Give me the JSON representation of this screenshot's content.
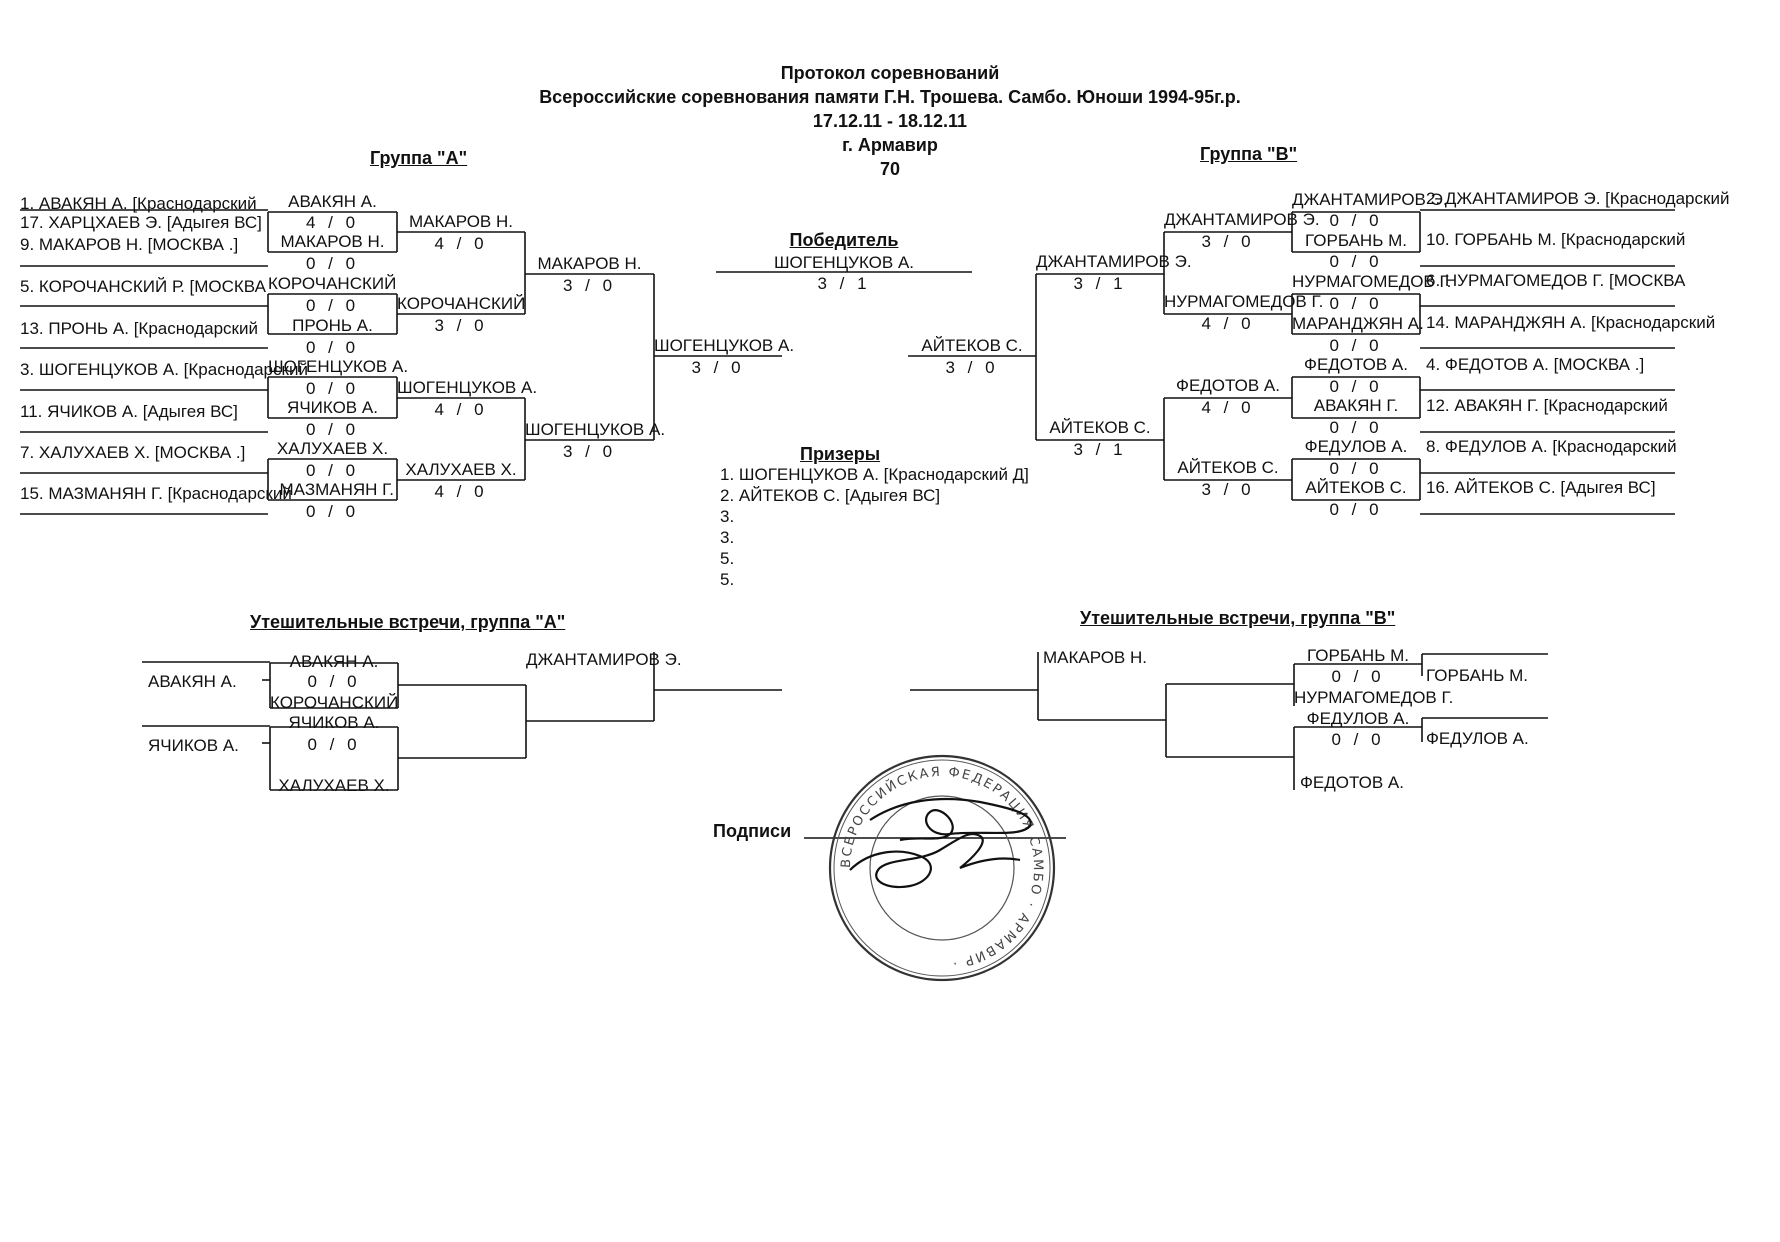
{
  "header": {
    "title": "Протокол соревнований",
    "event": "Всероссийские соревнования памяти Г.Н. Трошева. Самбо. Юноши 1994-95г.р.",
    "dates": "17.12.11 - 18.12.11",
    "city": "г. Армавир",
    "weight": "70"
  },
  "group_a": {
    "title": "Группа  \"А\"",
    "entrants": [
      "1. АВАКЯН А.  [Краснодарский",
      "17. ХАРЦХАЕВ Э.  [Адыгея  ВС]",
      "9. МАКАРОВ Н.  [МОСКВА  .]",
      "5. КОРОЧАНСКИЙ Р.  [МОСКВА",
      "13. ПРОНЬ А.  [Краснодарский",
      "3. ШОГЕНЦУКОВ А.  [Краснодарский",
      "11. ЯЧИКОВ А.  [Адыгея  ВС]",
      "7. ХАЛУХАЕВ Х.  [МОСКВА  .]",
      "15. МАЗМАНЯН Г.  [Краснодарский"
    ],
    "r1": [
      {
        "name": "АВАКЯН А.",
        "score": "4 / 0"
      },
      {
        "name": "МАКАРОВ Н.",
        "score": "0 / 0"
      },
      {
        "name": "КОРОЧАНСКИЙ",
        "score": "0 / 0"
      },
      {
        "name": "ПРОНЬ А.",
        "score": "0 / 0"
      },
      {
        "name": "ШОГЕНЦУКОВ А.",
        "score": "0 / 0"
      },
      {
        "name": "ЯЧИКОВ А.",
        "score": "0 / 0"
      },
      {
        "name": "ХАЛУХАЕВ Х.",
        "score": "0 / 0"
      },
      {
        "name": "МАЗМАНЯН Г.",
        "score": "0 / 0"
      }
    ],
    "r2": [
      {
        "name": "МАКАРОВ Н.",
        "score": "4 / 0"
      },
      {
        "name": "КОРОЧАНСКИЙ",
        "score": "3 / 0"
      },
      {
        "name": "ШОГЕНЦУКОВ А.",
        "score": "4 / 0"
      },
      {
        "name": "ХАЛУХАЕВ Х.",
        "score": "4 / 0"
      }
    ],
    "r3": [
      {
        "name": "МАКАРОВ Н.",
        "score": "3 / 0"
      },
      {
        "name": "ШОГЕНЦУКОВ А.",
        "score": "3 / 0"
      }
    ],
    "final": {
      "name": "ШОГЕНЦУКОВ А.",
      "score": "3 / 0"
    }
  },
  "group_b": {
    "title": "Группа  \"В\"",
    "entrants": [
      "2. ДЖАНТАМИРОВ Э.  [Краснодарский",
      "10. ГОРБАНЬ М.  [Краснодарский",
      "6. НУРМАГОМЕДОВ Г.  [МОСКВА",
      "14. МАРАНДЖЯН А.  [Краснодарский",
      "4. ФЕДОТОВ А.  [МОСКВА  .]",
      "12. АВАКЯН Г.  [Краснодарский",
      "8. ФЕДУЛОВ А.  [Краснодарский",
      "16. АЙТЕКОВ С.  [Адыгея  ВС]"
    ],
    "r1": [
      {
        "name": "ДЖАНТАМИРОВ Э.",
        "score": "0 / 0"
      },
      {
        "name": "ГОРБАНЬ М.",
        "score": "0 / 0"
      },
      {
        "name": "НУРМАГОМЕДОВ Г.",
        "score": "0 / 0"
      },
      {
        "name": "МАРАНДЖЯН А.",
        "score": "0 / 0"
      },
      {
        "name": "ФЕДОТОВ А.",
        "score": "0 / 0"
      },
      {
        "name": "АВАКЯН Г.",
        "score": "0 / 0"
      },
      {
        "name": "ФЕДУЛОВ А.",
        "score": "0 / 0"
      },
      {
        "name": "АЙТЕКОВ С.",
        "score": "0 / 0"
      }
    ],
    "r2": [
      {
        "name": "ДЖАНТАМИРОВ Э.",
        "score": "3 / 0"
      },
      {
        "name": "НУРМАГОМЕДОВ Г.",
        "score": "4 / 0"
      },
      {
        "name": "ФЕДОТОВ А.",
        "score": "4 / 0"
      },
      {
        "name": "АЙТЕКОВ С.",
        "score": "3 / 0"
      }
    ],
    "r3": [
      {
        "name": "ДЖАНТАМИРОВ Э.",
        "score": "3 / 1"
      },
      {
        "name": "АЙТЕКОВ С.",
        "score": "3 / 1"
      }
    ],
    "final": {
      "name": "АЙТЕКОВ С.",
      "score": "3 / 0"
    }
  },
  "winner": {
    "label": "Победитель",
    "name": "ШОГЕНЦУКОВ А.",
    "score": "3 / 1"
  },
  "prizes": {
    "label": "Призеры",
    "items": [
      "1. ШОГЕНЦУКОВ А.    [Краснодарский  Д]",
      "2. АЙТЕКОВ С.    [Адыгея  ВС]",
      "3.",
      "3.",
      "5.",
      "5."
    ]
  },
  "cons_a": {
    "title": "Утешительные встречи, группа \"А\"",
    "left": [
      "АВАКЯН А.",
      "ЯЧИКОВ А."
    ],
    "r1": [
      {
        "name": "АВАКЯН А.",
        "score": "0 / 0"
      },
      {
        "name": "КОРОЧАНСКИЙ",
        "score": ""
      },
      {
        "name": "ЯЧИКОВ А.",
        "score": "0 / 0"
      },
      {
        "name": "ХАЛУХАЕВ Х.",
        "score": ""
      }
    ],
    "r2": [
      "ДЖАНТАМИРОВ Э."
    ]
  },
  "cons_b": {
    "title": "Утешительные встречи, группа \"В\"",
    "r0": [
      "МАКАРОВ Н."
    ],
    "r1": [
      {
        "name": "ГОРБАНЬ М.",
        "score": "0 / 0"
      },
      {
        "name": "НУРМАГОМЕДОВ Г.",
        "score": ""
      },
      {
        "name": "ФЕДУЛОВ А.",
        "score": "0 / 0"
      },
      {
        "name": "ФЕДОТОВ А.",
        "score": ""
      }
    ],
    "right": [
      "ГОРБАНЬ М.",
      "ФЕДУЛОВ А."
    ]
  },
  "signatures": {
    "label": "Подписи"
  },
  "stamp": {
    "text": "ВСЕРОССИЙСКАЯ ФЕДЕРАЦИЯ САМБО · АРМАВИР ·"
  }
}
